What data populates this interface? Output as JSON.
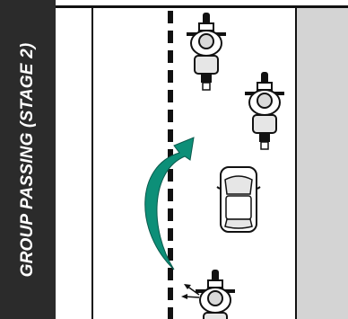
{
  "title": "GROUP PASSING (STAGE 2)",
  "colors": {
    "banner": "#2b2b2b",
    "road": "#ffffff",
    "shoulder": "#d4d4d4",
    "arrow": "#0d8f78",
    "line": "#111111"
  },
  "vehicles": [
    {
      "kind": "motorcycle",
      "role": "lead-rider"
    },
    {
      "kind": "motorcycle",
      "role": "second-rider"
    },
    {
      "kind": "car",
      "role": "passed-vehicle"
    },
    {
      "kind": "motorcycle",
      "role": "passing-rider"
    }
  ],
  "icons": [
    "passing-arrow",
    "blind-spot-arrows"
  ]
}
